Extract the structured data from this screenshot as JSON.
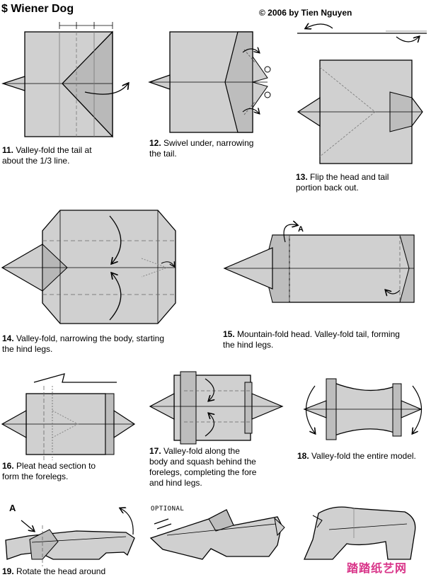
{
  "header": {
    "title": "$ Wiener Dog",
    "copyright": "© 2006 by Tien Nguyen"
  },
  "steps": [
    {
      "number": "11.",
      "text": "Valley-fold the tail at\nabout the 1/3 line."
    },
    {
      "number": "12.",
      "text": "Swivel under, narrowing\nthe tail."
    },
    {
      "number": "13.",
      "text": "Flip the head and tail\nportion back out."
    },
    {
      "number": "14.",
      "text": "Valley-fold, narrowing the body, starting\nthe hind legs."
    },
    {
      "number": "15.",
      "text": "Mountain-fold head.  Valley-fold tail, forming\nthe hind legs."
    },
    {
      "number": "16.",
      "text": "Pleat head section to\nform the forelegs."
    },
    {
      "number": "17.",
      "text": "Valley-fold along the\nbody and squash behind the\nforelegs, completing the fore\nand hind legs."
    },
    {
      "number": "18.",
      "text": "Valley-fold the entire model."
    },
    {
      "number": "19.",
      "text": "Rotate the head around"
    }
  ],
  "labels": {
    "optional": "OPTIONAL",
    "letter_a_15": "A",
    "letter_a_19": "A"
  },
  "watermark": "踏踏纸艺网",
  "colors": {
    "paper": "#d0d0d0",
    "paper_dark": "#b4b4b4",
    "line": "#000000",
    "watermark": "#d9368a"
  }
}
